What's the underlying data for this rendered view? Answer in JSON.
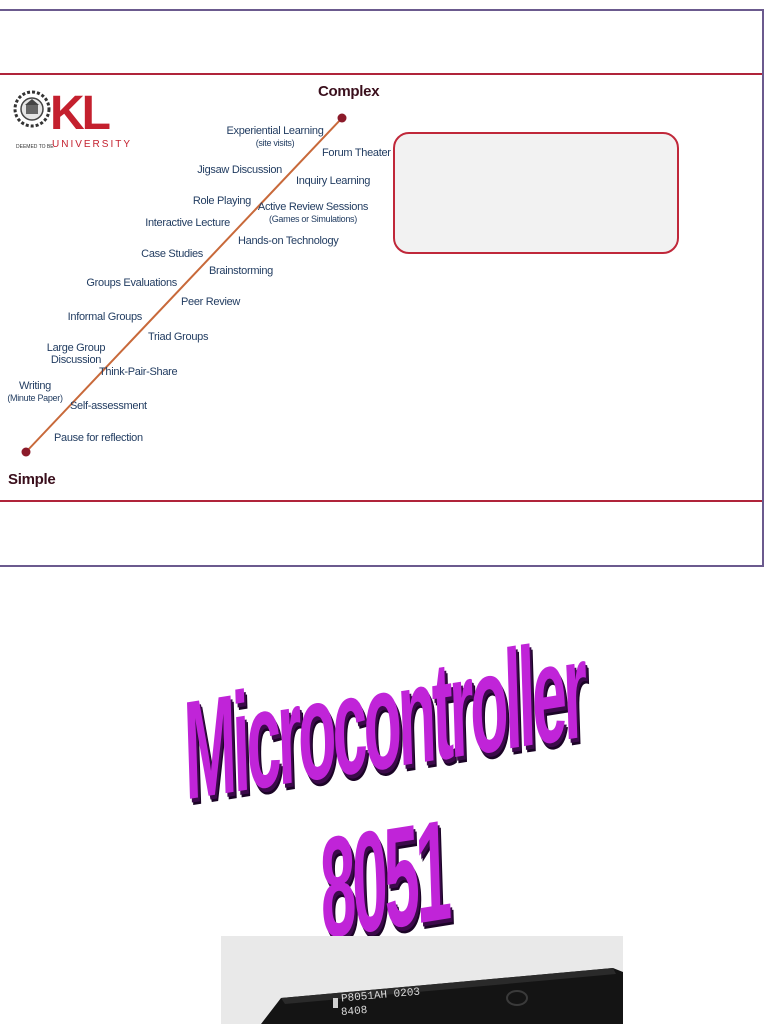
{
  "slide": {
    "logo": {
      "letters": "KL",
      "university": "UNIVERSITY",
      "tagline": "DEEMED TO BE"
    },
    "diagram": {
      "top_label": "Complex",
      "bottom_label": "Simple",
      "left_items": [
        {
          "text": "Experiential Learning",
          "sub": "(site visits)"
        },
        {
          "text": "Jigsaw Discussion",
          "sub": ""
        },
        {
          "text": "Role Playing",
          "sub": ""
        },
        {
          "text": "Interactive Lecture",
          "sub": ""
        },
        {
          "text": "Case Studies",
          "sub": ""
        },
        {
          "text": "Groups Evaluations",
          "sub": ""
        },
        {
          "text": "Informal Groups",
          "sub": ""
        },
        {
          "text": "Large Group",
          "sub": "Discussion"
        },
        {
          "text": "Writing",
          "sub": "(Minute Paper)"
        }
      ],
      "right_items": [
        {
          "text": "Forum Theater",
          "sub": ""
        },
        {
          "text": "Inquiry Learning",
          "sub": ""
        },
        {
          "text": "Active Review Sessions",
          "sub": "(Games or Simulations)"
        },
        {
          "text": "Hands-on Technology",
          "sub": ""
        },
        {
          "text": "Brainstorming",
          "sub": ""
        },
        {
          "text": "Peer Review",
          "sub": ""
        },
        {
          "text": "Triad Groups",
          "sub": ""
        },
        {
          "text": "Think-Pair-Share",
          "sub": ""
        },
        {
          "text": "Self-assessment",
          "sub": ""
        },
        {
          "text": "Pause for reflection",
          "sub": ""
        }
      ],
      "colors": {
        "line": "#c8693a",
        "dot": "#8b1a2a",
        "label": "#1f3a5f"
      }
    }
  },
  "title": {
    "line1": "Microcontroller",
    "line2": "8051",
    "color": "#c024d8"
  },
  "chip": {
    "line1": "P8051AH 0203",
    "line2": "8408"
  }
}
